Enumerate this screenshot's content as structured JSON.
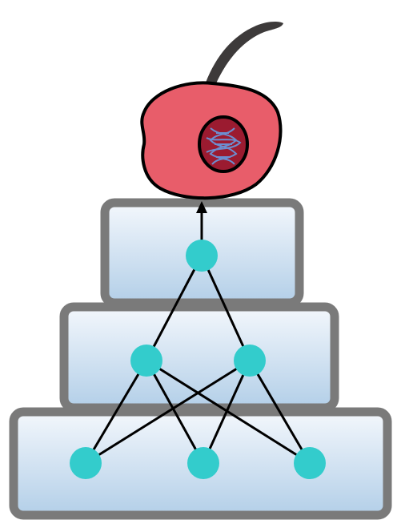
{
  "diagram": {
    "tiers": [
      {
        "level": "top",
        "node_count": 1
      },
      {
        "level": "middle",
        "node_count": 2
      },
      {
        "level": "bottom",
        "node_count": 3
      }
    ],
    "edges": [
      [
        "bottom-1",
        "middle-1"
      ],
      [
        "bottom-1",
        "middle-2"
      ],
      [
        "bottom-2",
        "middle-1"
      ],
      [
        "bottom-2",
        "middle-2"
      ],
      [
        "bottom-3",
        "middle-1"
      ],
      [
        "bottom-3",
        "middle-2"
      ],
      [
        "middle-1",
        "top-1"
      ],
      [
        "middle-2",
        "top-1"
      ]
    ],
    "output_arrow": [
      "top-1",
      "cherry"
    ],
    "colors": {
      "tier_border": "#7a7a7a",
      "tier_fill_top": "#f3f7fc",
      "tier_fill_bottom": "#b3cfe8",
      "node_fill": "#33cccc",
      "edge_stroke": "#000000",
      "cherry_fill": "#e85d6a",
      "cherry_outline": "#000000",
      "stem": "#3d3a3a",
      "nucleus_fill": "#9b1b30",
      "dna_strand": "#6c8ed0"
    },
    "icons": {
      "cake_tiers": "cake-tier-icon",
      "cherry": "cherry-cell-icon",
      "dna": "dna-helix-icon"
    }
  }
}
